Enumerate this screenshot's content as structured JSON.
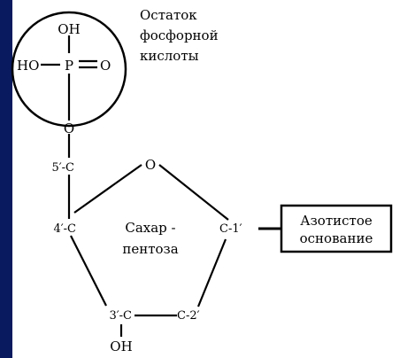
{
  "colors": {
    "background": "#0a1a5e",
    "paper": "#ffffff",
    "ink": "#000000"
  },
  "phosphate": {
    "oh": "OH",
    "ho": "HO",
    "p": "P",
    "o_right": "O",
    "bridge_o": "O",
    "caption_lines": [
      "Остаток",
      "фосфорной",
      "кислоты"
    ]
  },
  "sugar": {
    "c5": "5′-C",
    "c4": "4′-C",
    "c3": "3′-C",
    "c3_oh": "OH",
    "c2": "C-2′",
    "c1": "C-1′",
    "ring_o": "O",
    "name_lines": [
      "Сахар -",
      "пентоза"
    ]
  },
  "base": {
    "label_lines": [
      "Азотистое",
      "основание"
    ]
  }
}
